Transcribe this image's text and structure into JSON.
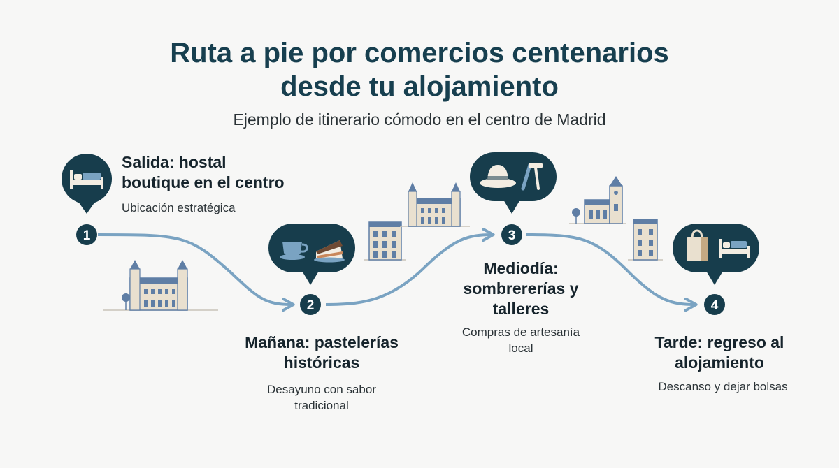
{
  "title": {
    "line1": "Ruta a pie por comercios centenarios",
    "line2": "desde tu alojamiento"
  },
  "subtitle": "Ejemplo de itinerario cómodo en el centro de Madrid",
  "colors": {
    "bubble": "#173d4c",
    "path": "#7aa3c2",
    "building_blue": "#5f7ea5",
    "building_cream": "#e9e0cf",
    "title": "#173f4f"
  },
  "steps": [
    {
      "number": "1",
      "title_lines": [
        "Salida: hostal",
        "boutique en el centro"
      ],
      "desc_lines": [
        "Ubicación estratégica"
      ],
      "icons": [
        "bed-icon"
      ]
    },
    {
      "number": "2",
      "title_lines": [
        "Mañana: pastelerías",
        "históricas"
      ],
      "desc_lines": [
        "Desayuno con sabor",
        "tradicional"
      ],
      "icons": [
        "coffee-cup-icon",
        "cake-slice-icon"
      ]
    },
    {
      "number": "3",
      "title_lines": [
        "Mediodía:",
        "sombrererías y",
        "talleres"
      ],
      "desc_lines": [
        "Compras de artesanía",
        "local"
      ],
      "icons": [
        "hat-icon",
        "tools-icon"
      ]
    },
    {
      "number": "4",
      "title_lines": [
        "Tarde: regreso al",
        "alojamiento"
      ],
      "desc_lines": [
        "Descanso y dejar bolsas"
      ],
      "icons": [
        "shopping-bag-icon",
        "bed-icon"
      ]
    }
  ]
}
